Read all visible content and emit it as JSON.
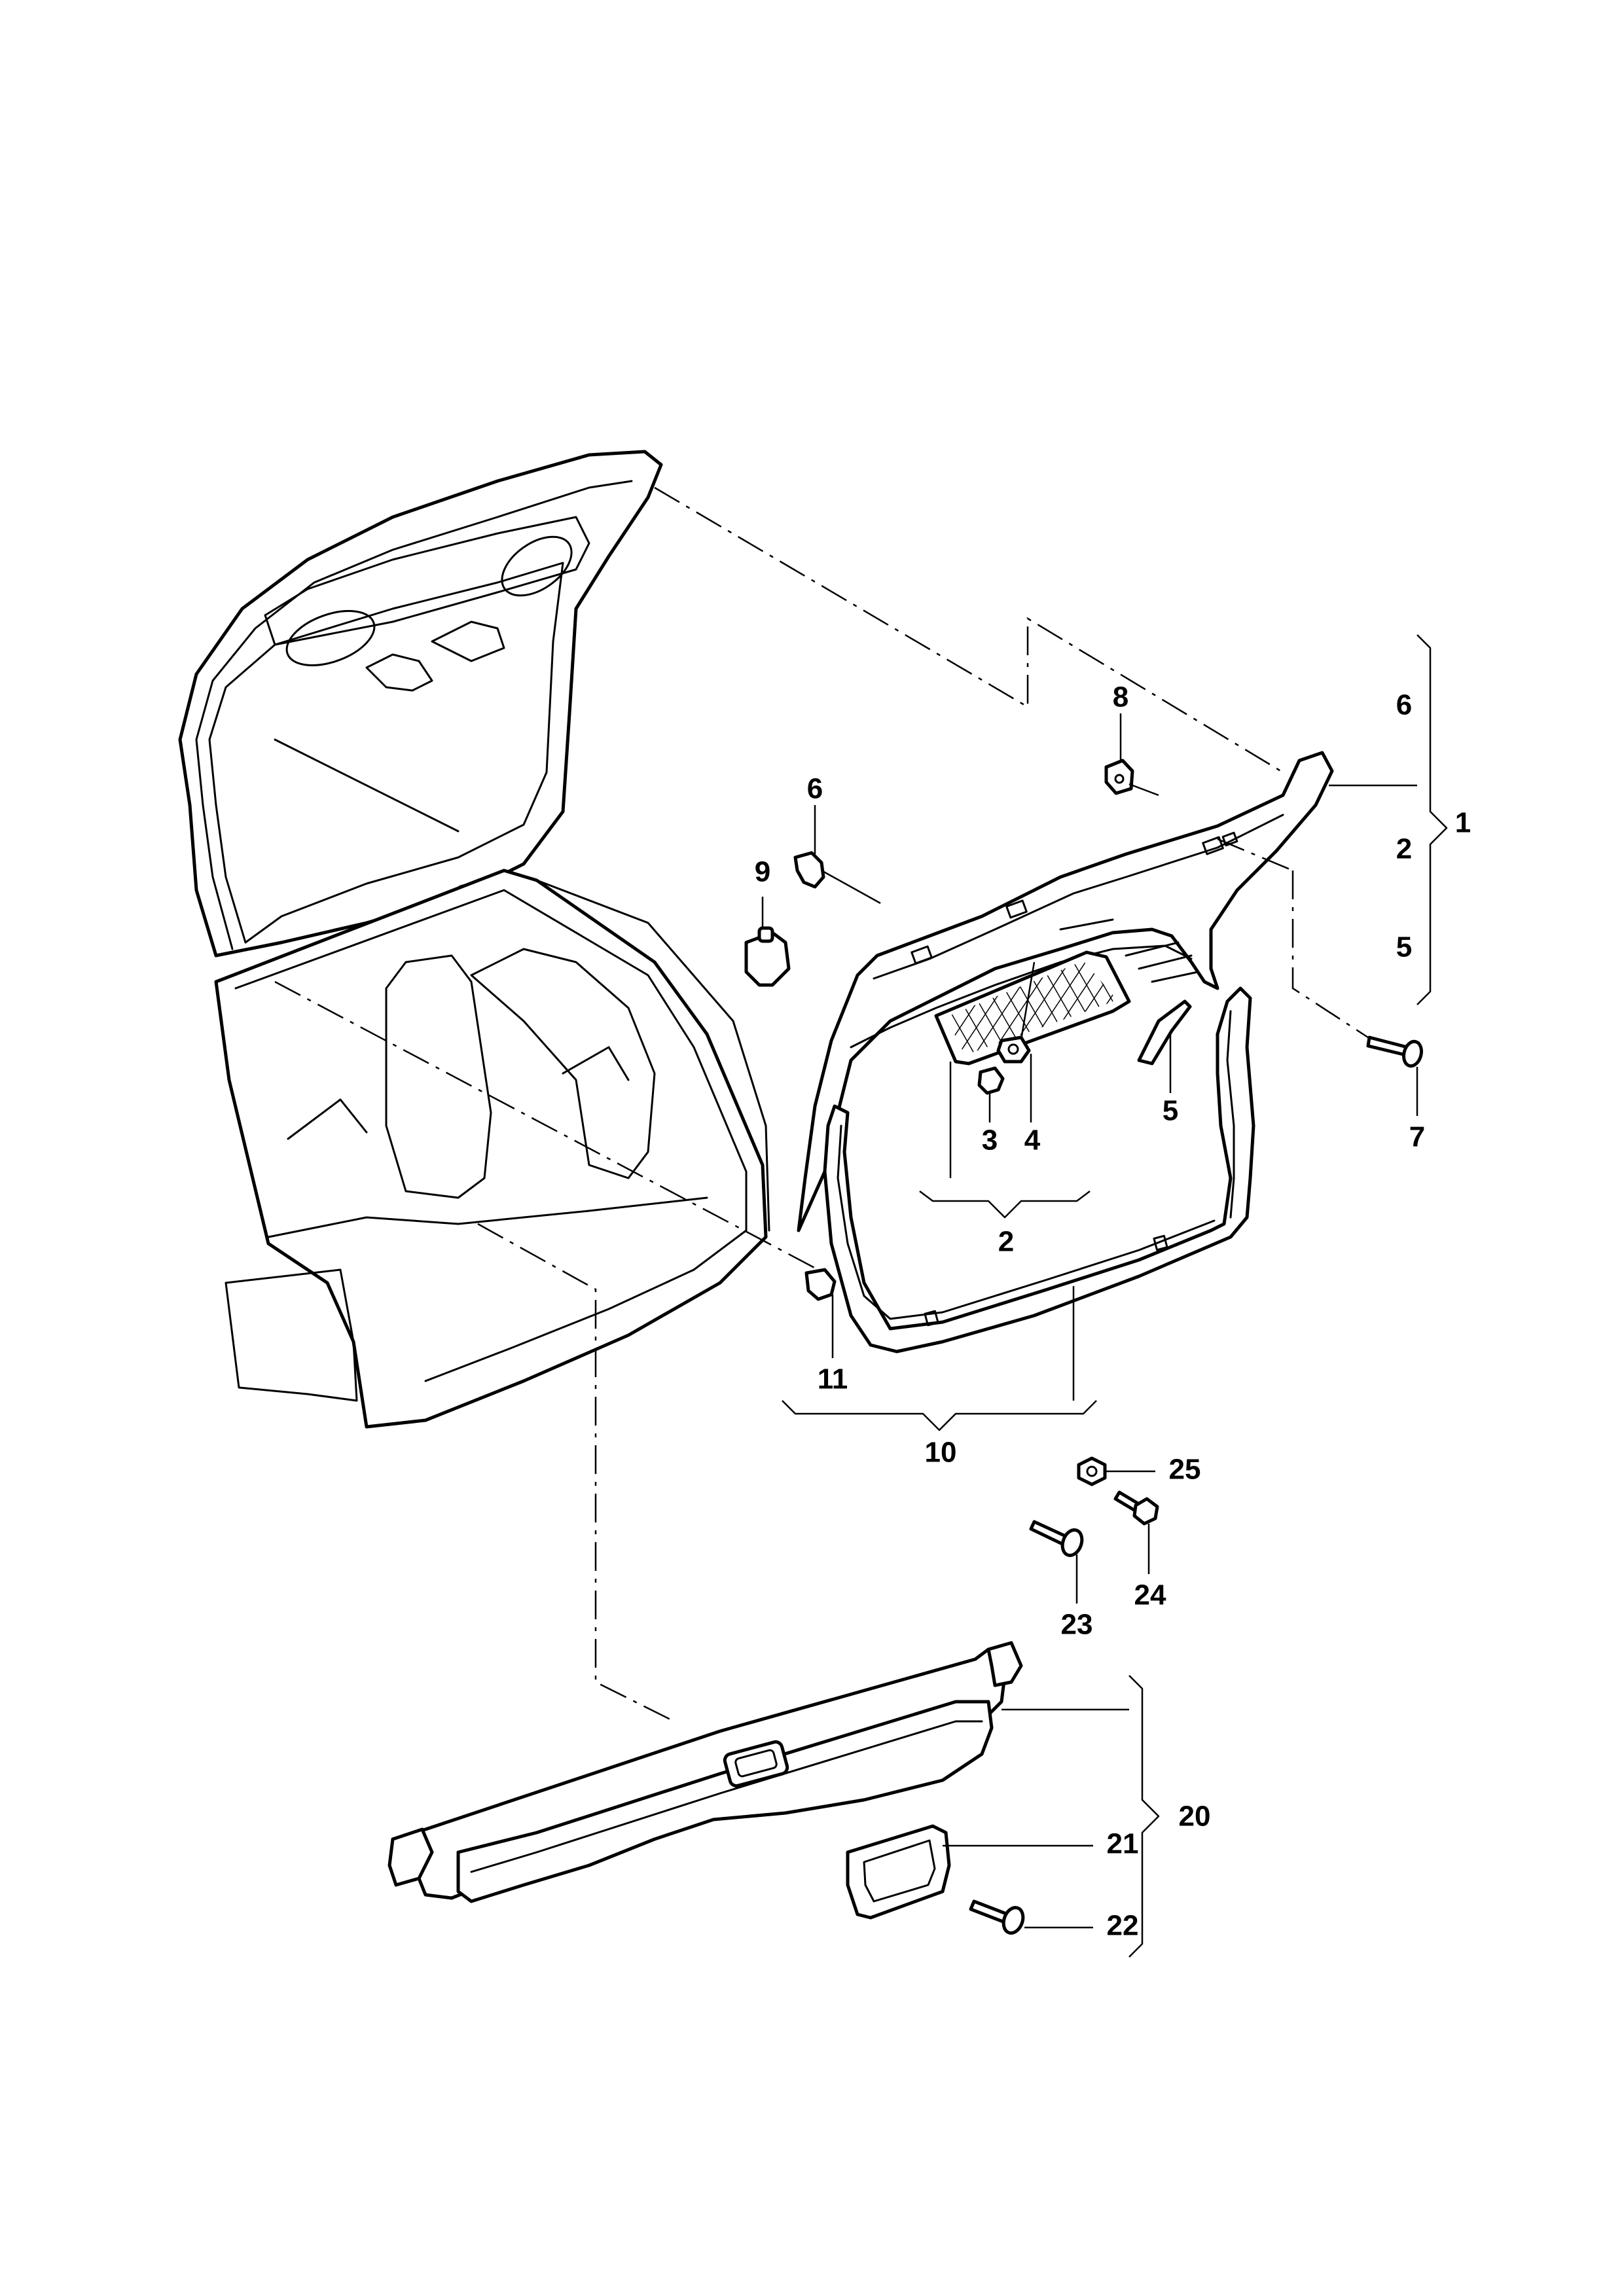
{
  "callouts": {
    "c1": "1",
    "c2_group": "2",
    "c2_brace": "2",
    "c3": "3",
    "c4": "4",
    "c5_net": "5",
    "c5_brace": "5",
    "c6_clip": "6",
    "c6_brace": "6",
    "c7": "7",
    "c8": "8",
    "c9": "9",
    "c10": "10",
    "c11": "11",
    "c20": "20",
    "c21": "21",
    "c22": "22",
    "c23": "23",
    "c24": "24",
    "c25": "25"
  }
}
